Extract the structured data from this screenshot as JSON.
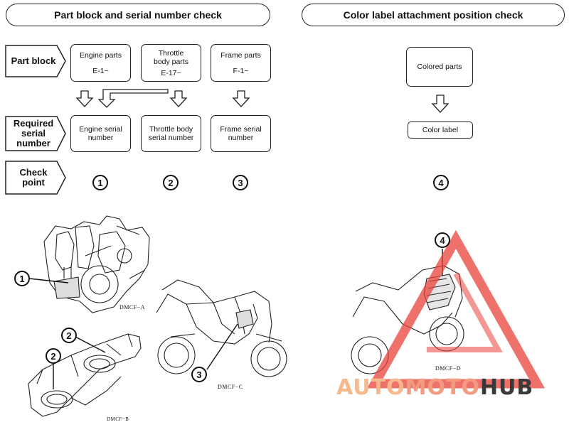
{
  "left_section": {
    "title": "Part block and serial number check",
    "rows": {
      "part_block": "Part block",
      "required_serial_number": [
        "Required",
        "serial",
        "number"
      ],
      "check_point": [
        "Check",
        "point"
      ]
    },
    "part_blocks": [
      {
        "name": "Engine parts",
        "code": "E-1~"
      },
      {
        "name": "Throttle body parts",
        "code": "E-17~"
      },
      {
        "name": "Frame parts",
        "code": "F-1~"
      }
    ],
    "serial_numbers": [
      "Engine serial number",
      "Throttle body serial number",
      "Frame serial number"
    ],
    "check_points": [
      "1",
      "2",
      "3"
    ]
  },
  "right_section": {
    "title": "Color label attachment position check",
    "colored_parts": "Colored parts",
    "color_label": "Color label",
    "check_point": "4"
  },
  "illustrations": {
    "engine": {
      "label": "DMCF−A",
      "callout": "1"
    },
    "throttle_body": {
      "label": "DMCF−B",
      "callouts": [
        "2",
        "2"
      ]
    },
    "motorcycle": {
      "label": "DMCF−C",
      "callout": "3"
    },
    "motorcycle_color": {
      "label": "DMCF−D",
      "callout": "4"
    }
  },
  "watermark": {
    "text_parts": [
      "AUTO",
      "MOTO",
      "HUB"
    ],
    "colors": {
      "triangle": "#e8413a",
      "auto": "#f5b98c",
      "moto": "#f19c80",
      "hub": "#3a3a3a"
    }
  }
}
